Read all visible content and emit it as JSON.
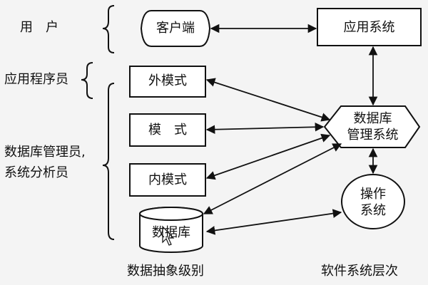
{
  "left_labels": {
    "user": "用　户",
    "app_programmer": "应用程序员",
    "dba_line1": "数据库管理员,",
    "dba_line2": "系统分析员"
  },
  "middle": {
    "client": "客户端",
    "external_schema": "外模式",
    "schema": "模　式",
    "internal_schema": "内模式",
    "database": "数据库"
  },
  "right": {
    "app_system": "应用系统",
    "dbms_line1": "数据库",
    "dbms_line2": "管理系统",
    "os_line1": "操作",
    "os_line2": "系统"
  },
  "captions": {
    "left": "数据抽象级别",
    "right": "软件系统层次"
  }
}
